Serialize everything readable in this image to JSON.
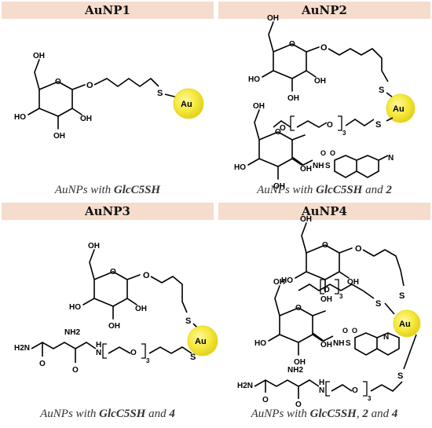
{
  "panels": [
    {
      "title": "AuNP1",
      "caption": {
        "pre": "AuNPs with ",
        "ligands": [
          "GlcC5SH"
        ],
        "sep": [],
        "post": ""
      }
    },
    {
      "title": "AuNP2",
      "caption": {
        "pre": "AuNPs with ",
        "ligands": [
          "GlcC5SH",
          "2"
        ],
        "sep": [
          " and "
        ],
        "post": ""
      }
    },
    {
      "title": "AuNP3",
      "caption": {
        "pre": "AuNPs with ",
        "ligands": [
          "GlcC5SH",
          "4"
        ],
        "sep": [
          " and "
        ],
        "post": ""
      }
    },
    {
      "title": "AuNP4",
      "caption": {
        "pre": "AuNPs with ",
        "ligands": [
          "GlcC5SH",
          "2",
          "4"
        ],
        "sep": [
          ", ",
          " and "
        ],
        "post": ""
      }
    }
  ],
  "labels": {
    "gold": "Au",
    "oh": "OH",
    "ho": "HO",
    "o": "O",
    "s": "S",
    "nh": "NH",
    "n": "N",
    "h": "H",
    "nh2": "NH2",
    "h2n": "H2N",
    "n3": "3"
  },
  "colors": {
    "header_bg": "#f6dccd",
    "gold_fill": "#f5e93c",
    "gold_edge": "#e8d930"
  }
}
